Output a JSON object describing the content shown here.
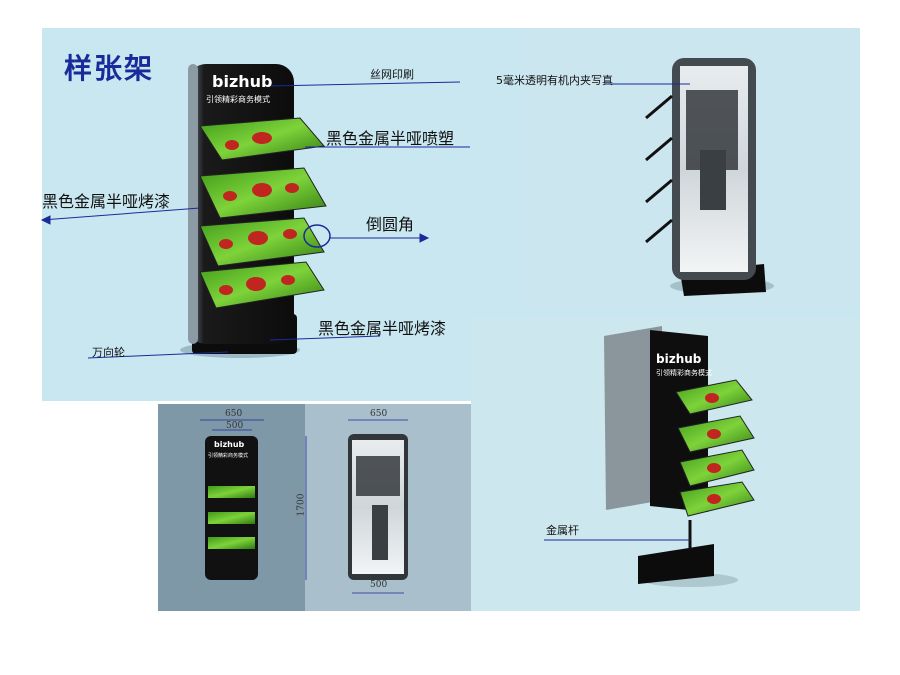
{
  "title": "样张架",
  "brand": {
    "name": "bizhub",
    "slogan": "引领精彩商务模式"
  },
  "labels": {
    "silkscreen": "丝网印刷",
    "black_spray": "黑色金属半哑喷塑",
    "black_bake_left": "黑色金属半哑烤漆",
    "round_corner": "倒圆角",
    "black_bake_bottom": "黑色金属半哑烤漆",
    "caster": "万向轮",
    "acrylic": "5毫米透明有机内夹写真",
    "metal_rod": "金属杆"
  },
  "dimensions": {
    "front_width_outer": "650",
    "front_width_inner": "500",
    "height": "1700",
    "back_width_top": "650",
    "back_width_bottom": "500"
  },
  "colors": {
    "navy_title": "#1a2a9a",
    "callout_line": "#1a2a9a",
    "stand_black": "#111111",
    "leaf_green": "#5fbf2a",
    "apple_red": "#c0261f"
  }
}
